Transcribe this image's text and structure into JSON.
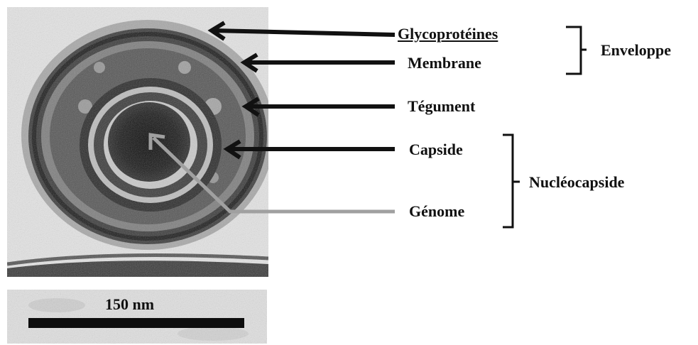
{
  "labels": {
    "glycoproteines": "Glycoprotéines",
    "membrane": "Membrane",
    "tegument": "Tégument",
    "capside": "Capside",
    "genome": "Génome"
  },
  "groups": {
    "enveloppe": "Enveloppe",
    "nucleocapside": "Nucléocapside"
  },
  "scale_bar": {
    "text": "150 nm"
  },
  "colors": {
    "arrow_dark": "#111111",
    "arrow_gray": "#a0a0a0",
    "background": "#ffffff"
  }
}
